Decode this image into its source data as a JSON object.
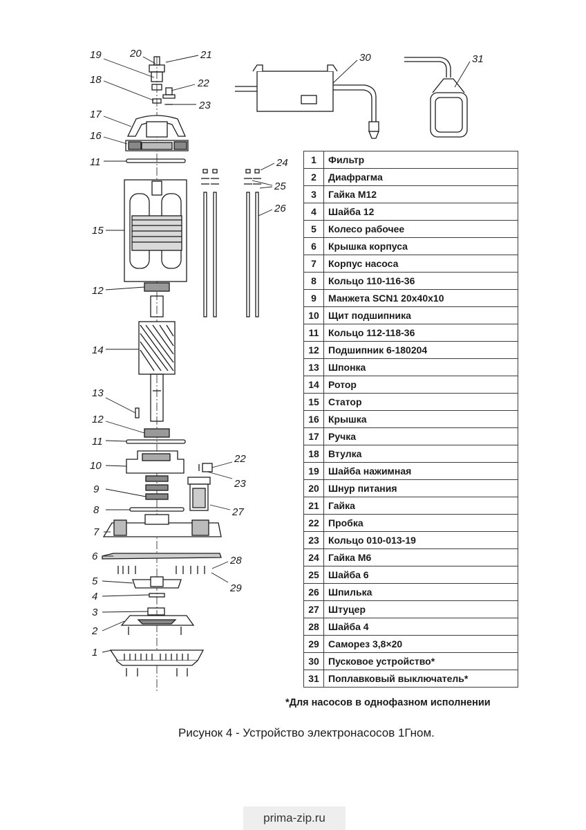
{
  "parts": [
    {
      "num": "1",
      "name": "Фильтр"
    },
    {
      "num": "2",
      "name": "Диафрагма"
    },
    {
      "num": "3",
      "name": "Гайка М12"
    },
    {
      "num": "4",
      "name": "Шайба 12"
    },
    {
      "num": "5",
      "name": "Колесо рабочее"
    },
    {
      "num": "6",
      "name": "Крышка корпуса"
    },
    {
      "num": "7",
      "name": "Корпус насоса"
    },
    {
      "num": "8",
      "name": "Кольцо 110-116-36"
    },
    {
      "num": "9",
      "name": "Манжета SCN1 20х40х10"
    },
    {
      "num": "10",
      "name": "Щит подшипника"
    },
    {
      "num": "11",
      "name": "Кольцо 112-118-36"
    },
    {
      "num": "12",
      "name": "Подшипник 6-180204"
    },
    {
      "num": "13",
      "name": "Шпонка"
    },
    {
      "num": "14",
      "name": "Ротор"
    },
    {
      "num": "15",
      "name": "Статор"
    },
    {
      "num": "16",
      "name": "Крышка"
    },
    {
      "num": "17",
      "name": "Ручка"
    },
    {
      "num": "18",
      "name": "Втулка"
    },
    {
      "num": "19",
      "name": "Шайба нажимная"
    },
    {
      "num": "20",
      "name": "Шнур питания"
    },
    {
      "num": "21",
      "name": "Гайка"
    },
    {
      "num": "22",
      "name": "Пробка"
    },
    {
      "num": "23",
      "name": "Кольцо 010-013-19"
    },
    {
      "num": "24",
      "name": "Гайка М6"
    },
    {
      "num": "25",
      "name": "Шайба 6"
    },
    {
      "num": "26",
      "name": "Шпилька"
    },
    {
      "num": "27",
      "name": "Штуцер"
    },
    {
      "num": "28",
      "name": "Шайба 4"
    },
    {
      "num": "29",
      "name": "Саморез 3,8×20"
    },
    {
      "num": "30",
      "name": "Пусковое устройство*"
    },
    {
      "num": "31",
      "name": "Поплавковый выключатель*"
    }
  ],
  "footnote": "*Для насосов в однофазном исполнении",
  "caption": "Рисунок 4 - Устройство электронасосов 1Гном.",
  "watermark": "prima-zip.ru",
  "callouts": {
    "c19": "19",
    "c20": "20",
    "c21": "21",
    "c18": "18",
    "c22a": "22",
    "c23a": "23",
    "c17": "17",
    "c16": "16",
    "c11a": "11",
    "c15": "15",
    "c12a": "12",
    "c14": "14",
    "c13": "13",
    "c12b": "12",
    "c11b": "11",
    "c10": "10",
    "c22b": "22",
    "c23b": "23",
    "c9": "9",
    "c27": "27",
    "c8": "8",
    "c7": "7",
    "c6": "6",
    "c28": "28",
    "c29": "29",
    "c5": "5",
    "c4": "4",
    "c3": "3",
    "c2": "2",
    "c1": "1",
    "c24": "24",
    "c25": "25",
    "c26": "26",
    "c30": "30",
    "c31": "31"
  }
}
